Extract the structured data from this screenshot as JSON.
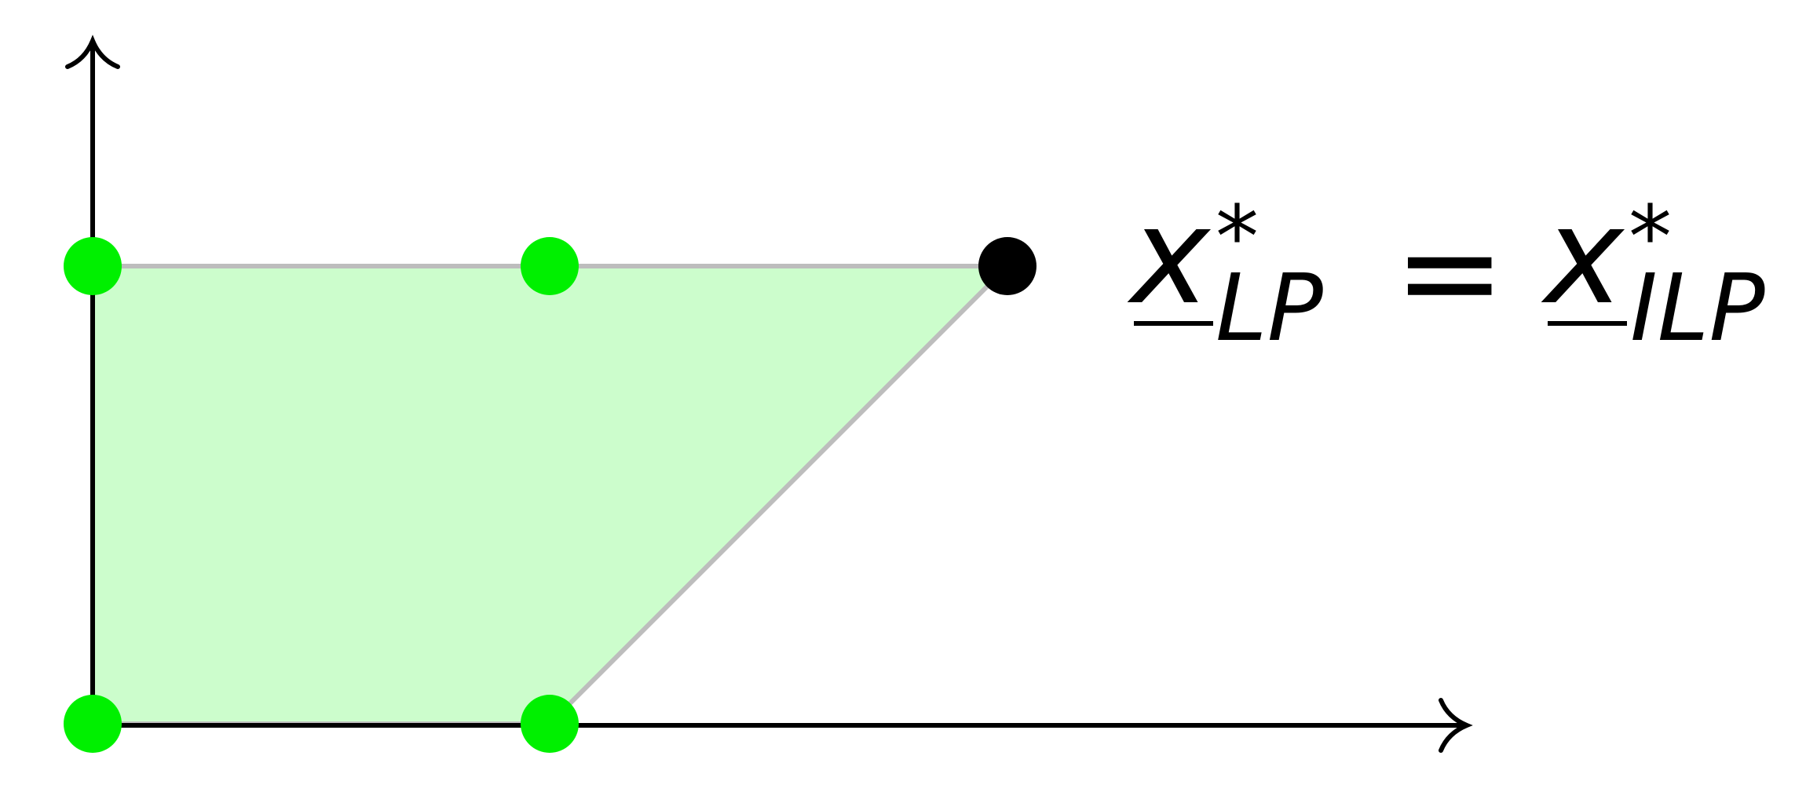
{
  "diagram": {
    "polygon_fill": "#ccfdcc",
    "polygon_edge": "#bdbdbd",
    "axis_color": "#000000",
    "integer_point_color": "#00f000",
    "optimum_point_color": "#000000",
    "equation": {
      "lhs_var": "x",
      "lhs_star": "*",
      "lhs_sub": "LP",
      "equals": "=",
      "rhs_var": "x",
      "rhs_star": "*",
      "rhs_sub": "ILP"
    }
  }
}
